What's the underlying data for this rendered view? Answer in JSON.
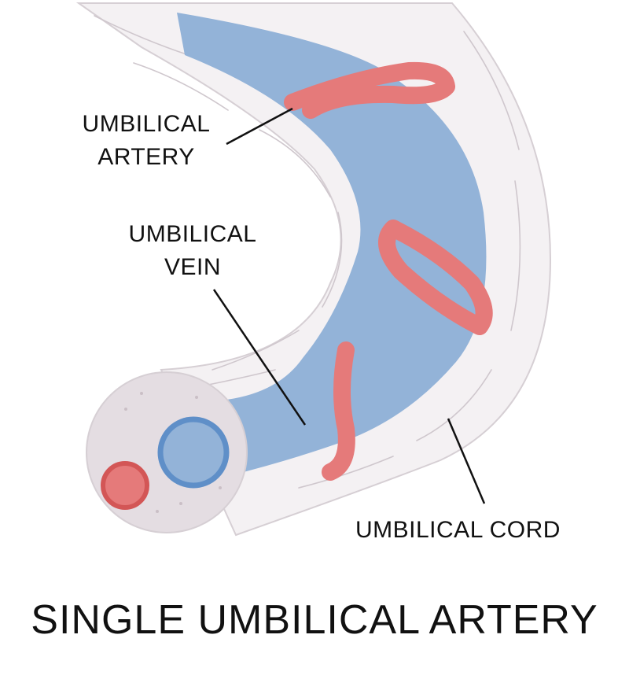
{
  "labels": {
    "artery": [
      "UMBILICAL",
      "ARTERY"
    ],
    "vein": [
      "UMBILICAL",
      "VEIN"
    ],
    "cord": "UMBILICAL CORD"
  },
  "title": "SINGLE UMBILICAL ARTERY",
  "colors": {
    "cord": "#f4f1f3",
    "cord_outline": "#d6cfd4",
    "vein": "#93b3d8",
    "vein_ring": "#5f8fc8",
    "artery": "#e57a7a",
    "artery_ring": "#d35656",
    "cross_section": "#e4dde2",
    "leader_line": "#111111"
  }
}
